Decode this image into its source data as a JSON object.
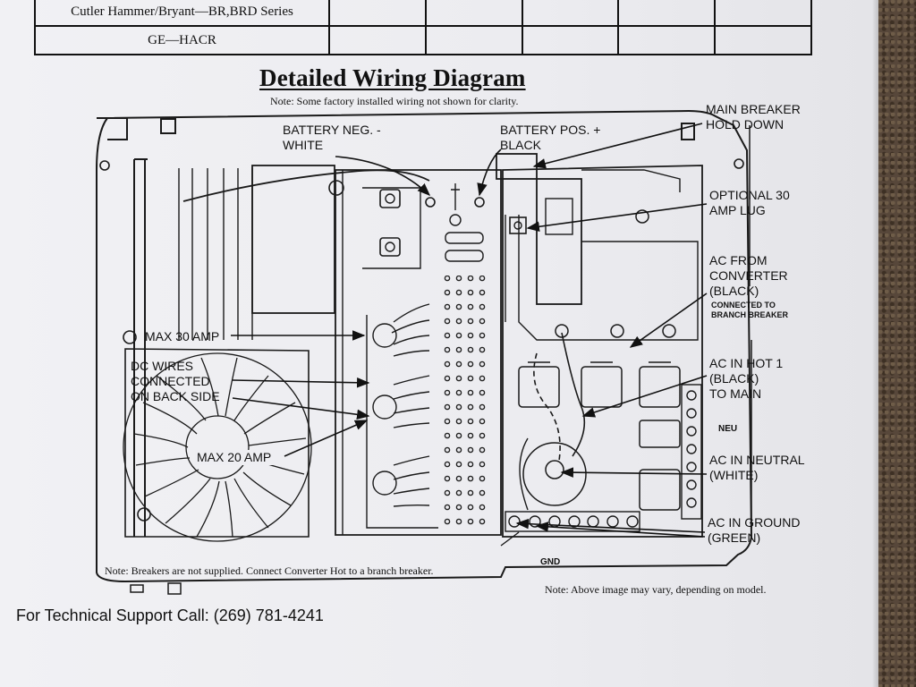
{
  "reference_table": {
    "rows": [
      {
        "name": "Cutler Hammer/Bryant—BR,BRD Series"
      },
      {
        "name": "GE—HACR"
      }
    ]
  },
  "title": "Detailed Wiring Diagram",
  "subtitle_note": "Note: Some factory installed wiring not shown for clarity.",
  "labels": {
    "battery_neg": [
      "BATTERY NEG. -",
      "WHITE"
    ],
    "battery_pos": [
      "BATTERY POS. +",
      "BLACK"
    ],
    "main_breaker": [
      "MAIN BREAKER",
      "HOLD DOWN"
    ],
    "optional_lug": [
      "OPTIONAL 30",
      "AMP LUG"
    ],
    "ac_from_converter": [
      "AC FROM",
      "CONVERTER",
      "(BLACK)"
    ],
    "ac_from_converter_sub": [
      "CONNECTED TO",
      "BRANCH BREAKER"
    ],
    "max_30": "MAX 30 AMP",
    "dc_wires": [
      "DC WIRES",
      "CONNECTED",
      "ON BACK SIDE"
    ],
    "max_20": "MAX 20 AMP",
    "ac_hot": [
      "AC IN HOT 1",
      "(BLACK)",
      "TO MAIN"
    ],
    "neu": "NEU",
    "ac_neutral": [
      "AC IN NEUTRAL",
      "(WHITE)"
    ],
    "ac_ground": [
      "AC IN GROUND",
      "(GREEN)"
    ],
    "gnd": "GND"
  },
  "notes": {
    "breakers": "Note: Breakers are not supplied. Connect Converter Hot to a branch breaker.",
    "image_vary": "Note: Above image may vary, depending on model."
  },
  "support": "For Technical Support Call: (269) 781-4241"
}
